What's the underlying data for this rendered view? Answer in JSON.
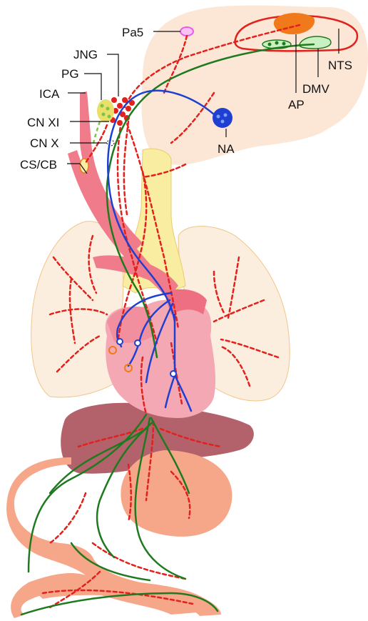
{
  "labels": {
    "pa5": "Pa5",
    "jng": "JNG",
    "pg": "PG",
    "ica": "ICA",
    "cn_xi": "CN XI",
    "cn_x": "CN X",
    "cs_cb": "CS/CB",
    "na": "NA",
    "ap": "AP",
    "dmv": "DMV",
    "nts": "NTS"
  },
  "colors": {
    "brainstem": "#fce6d6",
    "sensory_red": "#e3201b",
    "motor_green": "#1f7a1f",
    "motor_blue": "#1f3fd1",
    "artery": "#f07b8b",
    "trachea": "#f8eda0",
    "lung": "#fbeede",
    "heart": "#f4a8b4",
    "liver": "#b3616a",
    "gut": "#f7a789",
    "area_postrema": "#f07a1a",
    "dmv_nucleus": "#c8f0c0",
    "pa5_nucleus": "#e95ce8"
  }
}
